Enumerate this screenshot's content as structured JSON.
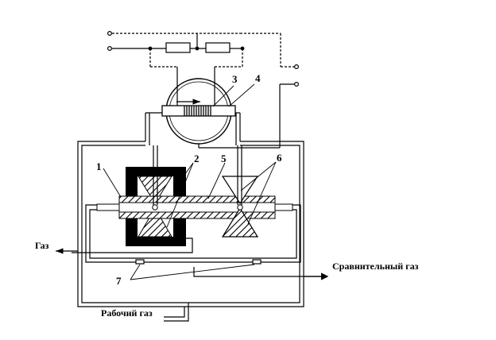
{
  "labels": {
    "gas_out": "Газ",
    "reference_gas": "Сравнительный газ",
    "working_gas": "Рабочий газ"
  },
  "numbers": {
    "n1": "1",
    "n2": "2",
    "n3": "3",
    "n4": "4",
    "n5": "5",
    "n6": "6",
    "n7": "7"
  },
  "colors": {
    "ink": "#000000",
    "paper": "#ffffff"
  }
}
